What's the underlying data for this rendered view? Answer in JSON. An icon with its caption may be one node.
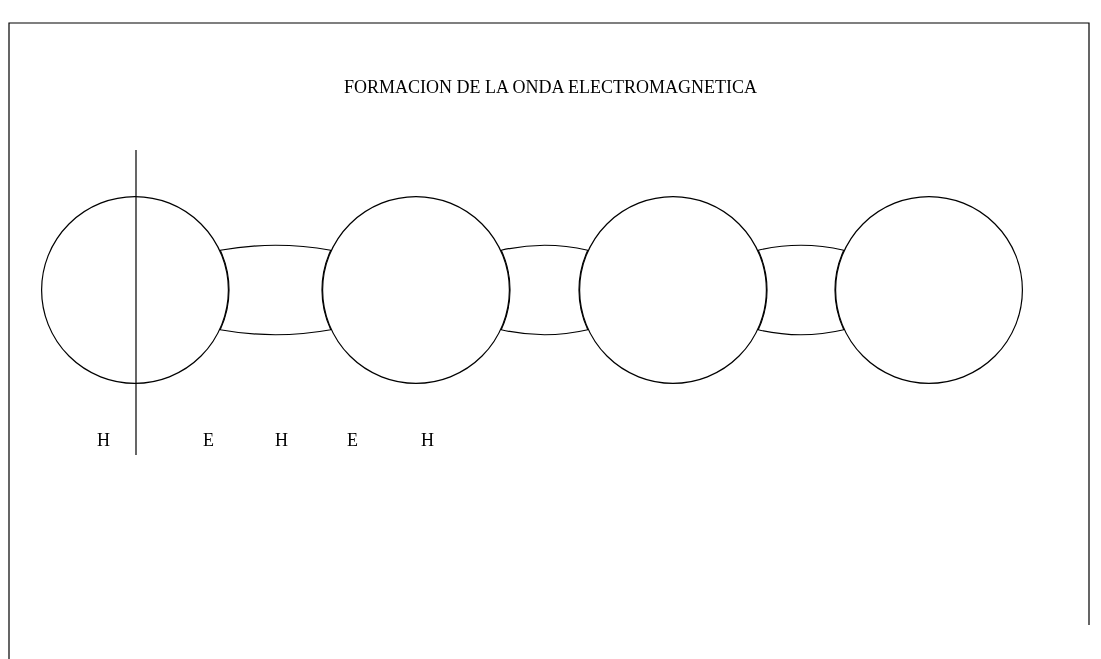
{
  "diagram": {
    "title": "FORMACION DE LA ONDA ELECTROMAGNETICA",
    "nodes": [
      {
        "text": [],
        "shape": "circle"
      },
      {
        "text": [],
        "shape": "circle"
      },
      {
        "text": [],
        "shape": "circle"
      },
      {
        "text": [],
        "shape": "circle"
      }
    ],
    "edges": [
      {
        "from": 0,
        "to": 1,
        "arrow": "none"
      },
      {
        "from": 1,
        "to": 2,
        "arrow": "none"
      },
      {
        "from": 2,
        "to": 3,
        "arrow": "none"
      }
    ],
    "labels": [
      "H",
      "E",
      "H",
      "E",
      "H"
    ]
  }
}
